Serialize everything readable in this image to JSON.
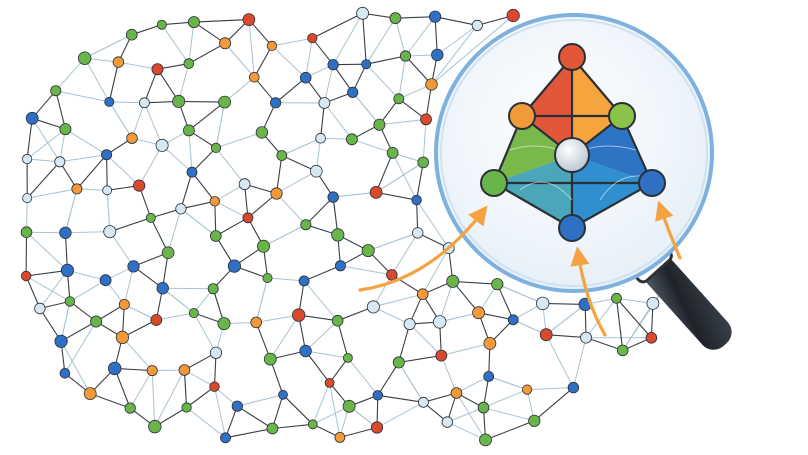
{
  "colors": {
    "background": "#ffffff",
    "edge_dark": "#3a3f47",
    "edge_light": "#a9c3d3",
    "node_blue": "#2f6fc4",
    "node_red": "#d9492e",
    "node_orange": "#f29a3a",
    "node_green": "#6ab54a",
    "node_pale": "#d7e8f3",
    "arrow": "#f4a340",
    "lens_fill": "#f4f8fc",
    "lens_rim": "#7fb1de",
    "handle": "#2b2f36",
    "face_red": "#e2573a",
    "face_orange": "#f5a43e",
    "face_yellow": "#f7c86b",
    "face_green": "#72b84b",
    "face_blue": "#2e74c4",
    "face_teal": "#4aa6b8"
  },
  "diagram": {
    "network_node_count": 150,
    "zoom_node_count": 7,
    "arrow_count": 3,
    "icons": [
      "magnifying-glass-icon"
    ]
  }
}
